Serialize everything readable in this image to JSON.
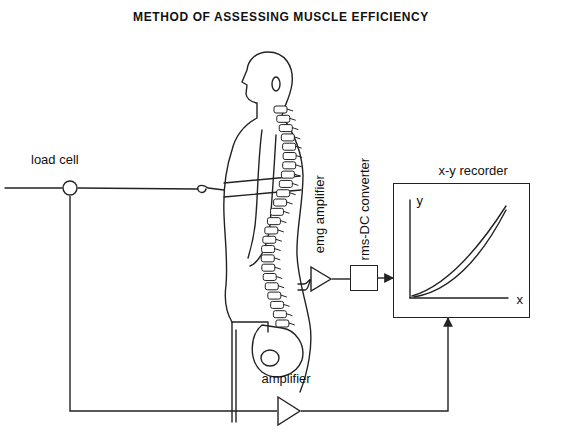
{
  "diagram": {
    "title": "METHOD OF ASSESSING MUSCLE EFFICIENCY",
    "nodes": [
      {
        "text": [
          "load cell"
        ]
      },
      {
        "text": [
          "emg amplifier"
        ]
      },
      {
        "text": [
          "rms-DC converter"
        ]
      },
      {
        "text": [
          "x-y recorder",
          "y",
          "x"
        ]
      },
      {
        "text": [
          "amplifier"
        ]
      }
    ],
    "edges": [
      {
        "from": 1,
        "to": 2,
        "arrow": "none"
      },
      {
        "from": 2,
        "to": 3,
        "arrow": "to"
      },
      {
        "from": 0,
        "to": 4,
        "arrow": "none"
      },
      {
        "from": 4,
        "to": 3,
        "arrow": "to"
      }
    ]
  }
}
